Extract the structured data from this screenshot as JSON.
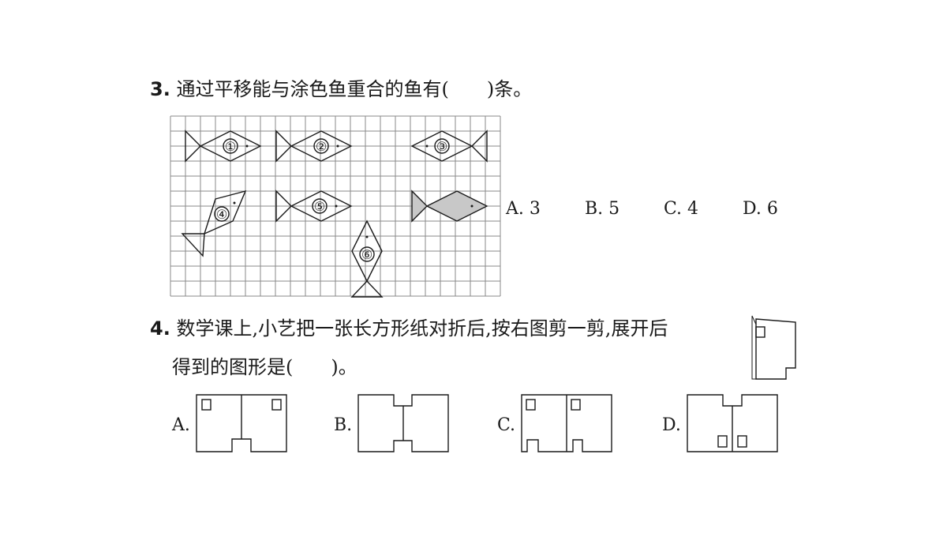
{
  "q3": {
    "number": "3.",
    "stem": "通过平移能与涂色鱼重合的鱼有(　　)条。",
    "fish_labels": [
      "①",
      "②",
      "③",
      "④",
      "⑤",
      "⑥"
    ],
    "options": [
      "A. 3",
      "B. 5",
      "C. 4",
      "D. 6"
    ]
  },
  "q4": {
    "number": "4.",
    "stem_line1": "数学课上,小艺把一张长方形纸对折后,按右图剪一剪,展开后",
    "stem_line2": "得到的图形是(　　)。",
    "options": [
      "A.",
      "B.",
      "C.",
      "D."
    ]
  },
  "colors": {
    "line": "#1a1a1a",
    "grid": "#8a8a8a",
    "shaded": "#c8c8c8"
  }
}
